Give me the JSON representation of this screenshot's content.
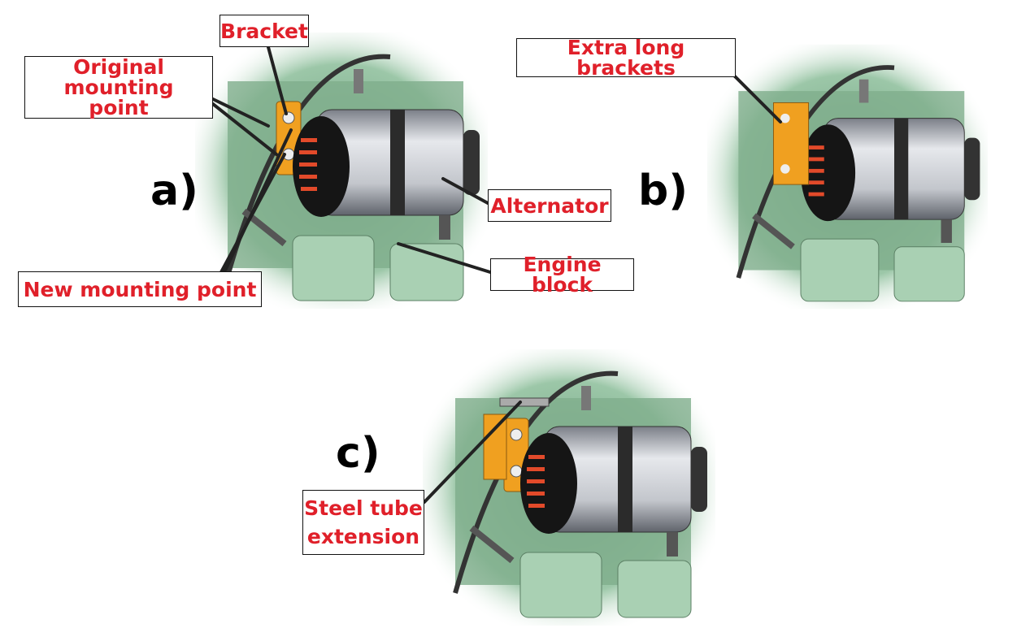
{
  "panels": [
    {
      "letter": "a)"
    },
    {
      "letter": "b)"
    },
    {
      "letter": "c)"
    }
  ],
  "labels": {
    "bracket": "Bracket",
    "original_mounting_point": "Original mounting point",
    "new_mounting_point": "New mounting point",
    "alternator": "Alternator",
    "engine_block": "Engine block",
    "extra_long_brackets": "Extra long brackets",
    "steel_tube_extension": "Steel tube extension"
  },
  "colors": {
    "label_text": "#e0202a",
    "engine": "#8fbf9a",
    "bracket": "#f0a020",
    "alternator": "#b8bcc4"
  }
}
